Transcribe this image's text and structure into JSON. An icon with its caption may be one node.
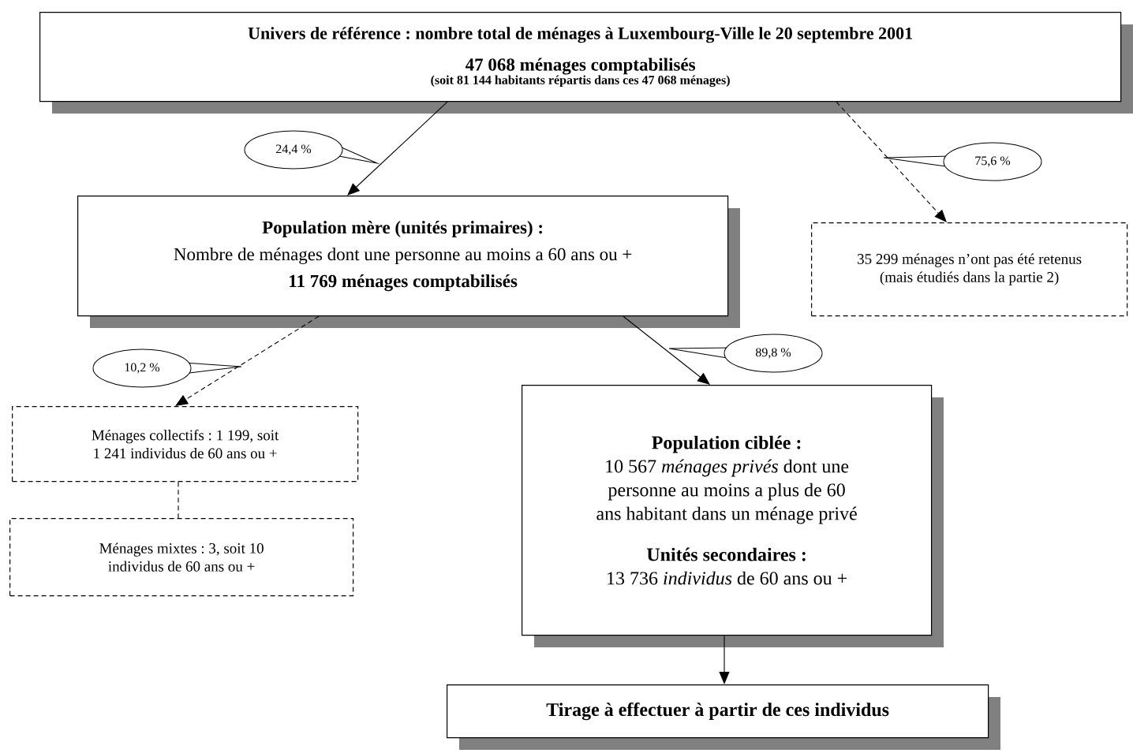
{
  "diagram": {
    "nodes": [
      {
        "text": [
          "Univers de référence : nombre total de ménages à Luxembourg-Ville le 20 septembre 2001",
          "47 068 ménages comptabilisés",
          "(soit 81 144 habitants répartis dans ces 47 068 ménages)"
        ]
      },
      {
        "text": [
          "Population mère (unités primaires) :",
          "Nombre de ménages dont une personne au moins a 60 ans ou +",
          "11 769 ménages comptabilisés"
        ]
      },
      {
        "text": [
          "35 299 ménages n’ont pas été retenus (mais étudiés dans la partie 2)"
        ]
      },
      {
        "text": [
          "Ménages collectifs : 1 199, soit 1 241 individus de 60 ans ou +"
        ]
      },
      {
        "text": [
          "Ménages mixtes : 3, soit 10 individus de 60 ans ou +"
        ]
      },
      {
        "text": [
          "Population ciblée :",
          "10 567 *ménages privés* dont une personne au moins a plus de 60 ans habitant dans un ménage privé",
          "Unités secondaires :",
          "13 736 *individus* de 60 ans ou +"
        ]
      },
      {
        "text": [
          "Tirage à effectuer à partir de ces individus"
        ]
      }
    ],
    "edges": [
      {
        "from": 0,
        "to": 1,
        "arrow": "to",
        "label": "24,4 %"
      },
      {
        "from": 0,
        "to": 2,
        "arrow": "to",
        "style": "dashed",
        "label": "75,6 %"
      },
      {
        "from": 1,
        "to": 3,
        "arrow": "to",
        "style": "dashed",
        "label": "10,2 %"
      },
      {
        "from": 1,
        "to": 5,
        "arrow": "to",
        "label": "89,8 %"
      },
      {
        "from": 3,
        "to": 4,
        "arrow": "none",
        "style": "dashed"
      },
      {
        "from": 5,
        "to": 6,
        "arrow": "to"
      }
    ]
  }
}
